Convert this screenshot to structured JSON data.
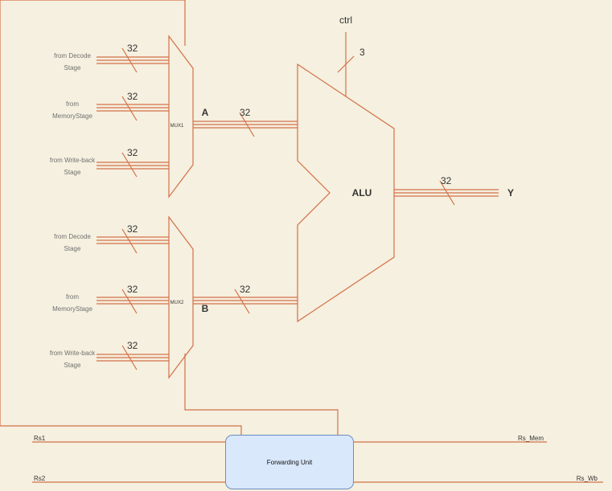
{
  "colors": {
    "background": "#f5f0df",
    "wire": "#d4704a",
    "forwarding_fill": "#dae8fc",
    "forwarding_stroke": "#6c8ebf"
  },
  "alu": {
    "label": "ALU",
    "control": "ctrl",
    "control_width": "3",
    "output_label": "Y",
    "output_width": "32"
  },
  "mux1": {
    "label": "MUX1",
    "output_label": "A",
    "output_width": "32",
    "inputs": [
      {
        "line1": "from Decode",
        "line2": "Stage",
        "width": "32"
      },
      {
        "line1": "from",
        "line2": "MemoryStage",
        "width": "32"
      },
      {
        "line1": "from Write-back",
        "line2": "Stage",
        "width": "32"
      }
    ]
  },
  "mux2": {
    "label": "MUX2",
    "output_label": "B",
    "output_width": "32",
    "inputs": [
      {
        "line1": "from Decode",
        "line2": "Stage",
        "width": "32"
      },
      {
        "line1": "from",
        "line2": "MemoryStage",
        "width": "32"
      },
      {
        "line1": "from Write-back",
        "line2": "Stage",
        "width": "32"
      }
    ]
  },
  "forwarding_unit": {
    "label": "Forwarding Unit",
    "inputs": [
      "Rs1",
      "Rs2"
    ],
    "outputs": [
      "Rs_Mem",
      "Rs_Wb"
    ]
  }
}
